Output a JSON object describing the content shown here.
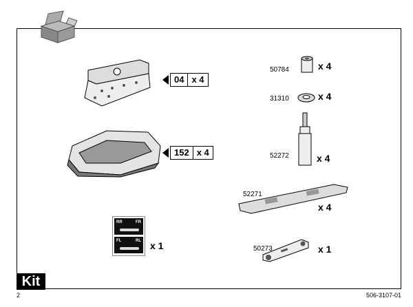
{
  "parts_left": [
    {
      "name": "bracket",
      "code": "04",
      "qty": "x 4"
    },
    {
      "name": "foot-pack",
      "code": "152",
      "qty": "x 4"
    },
    {
      "name": "sticker",
      "qty": "x 1",
      "labels": [
        "RR",
        "FR",
        "FL",
        "RL"
      ]
    }
  ],
  "parts_right": [
    {
      "number": "50784",
      "qty": "x 4"
    },
    {
      "number": "31310",
      "qty": "x 4"
    },
    {
      "number": "52272",
      "qty": "x 4"
    },
    {
      "number": "52271",
      "qty": "x 4"
    },
    {
      "number": "50273",
      "qty": "x 1"
    }
  ],
  "section_label": "Kit",
  "page_number": "2",
  "doc_number": "506-3107-01"
}
